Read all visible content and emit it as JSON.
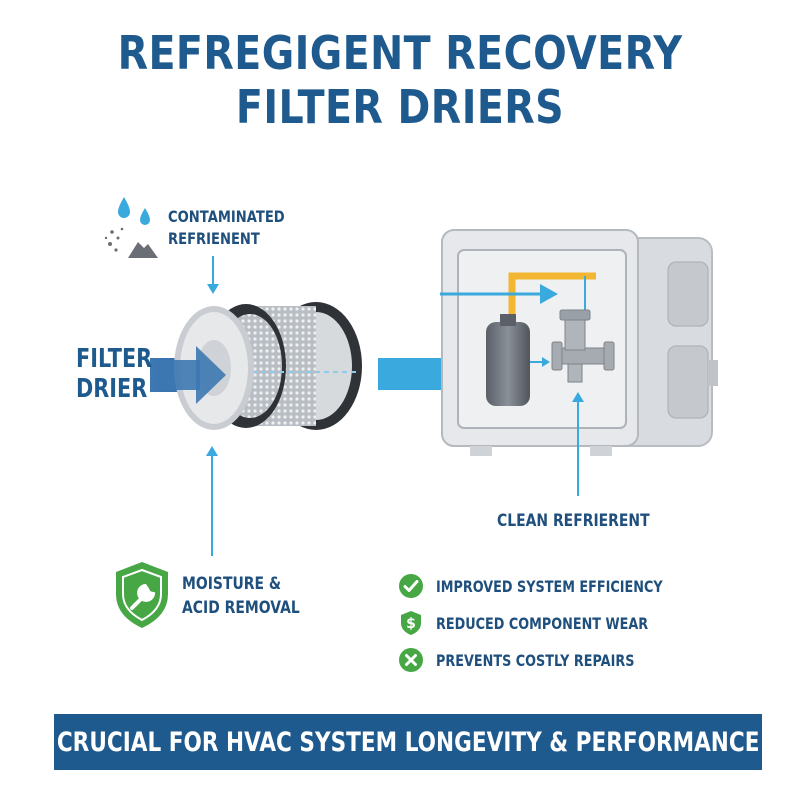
{
  "title": {
    "line1": "REFREGIGENT RECOVERY",
    "line2": "FILTER DRIERS"
  },
  "labels": {
    "contaminated_line1": "CONTAMINATED",
    "contaminated_line2": "REFRIENENT",
    "filter_line1": "FILTER",
    "filter_line2": "DRIER",
    "clean": "CLEAN REFRIERENT",
    "moisture_line1": "MOISTURE &",
    "moisture_line2": "ACID REMOVAL"
  },
  "benefits": [
    {
      "text": "IMPROVED SYSTEM EFFICIENCY",
      "icon": "check-circle-icon"
    },
    {
      "text": "REDUCED COMPONENT WEAR",
      "icon": "dollar-shield-icon"
    },
    {
      "text": "PREVENTS COSTLY REPAIRS",
      "icon": "x-circle-icon"
    }
  ],
  "banner": "CRUCIAL FOR HVAC SYSTEM LONGEVITY & PERFORMANCE",
  "colors": {
    "primary": "#1f5a8e",
    "accent_blue": "#3aa9de",
    "green": "#46a744",
    "yellow_pipe": "#f2b630",
    "unit_gray": "#e2e4e7"
  }
}
